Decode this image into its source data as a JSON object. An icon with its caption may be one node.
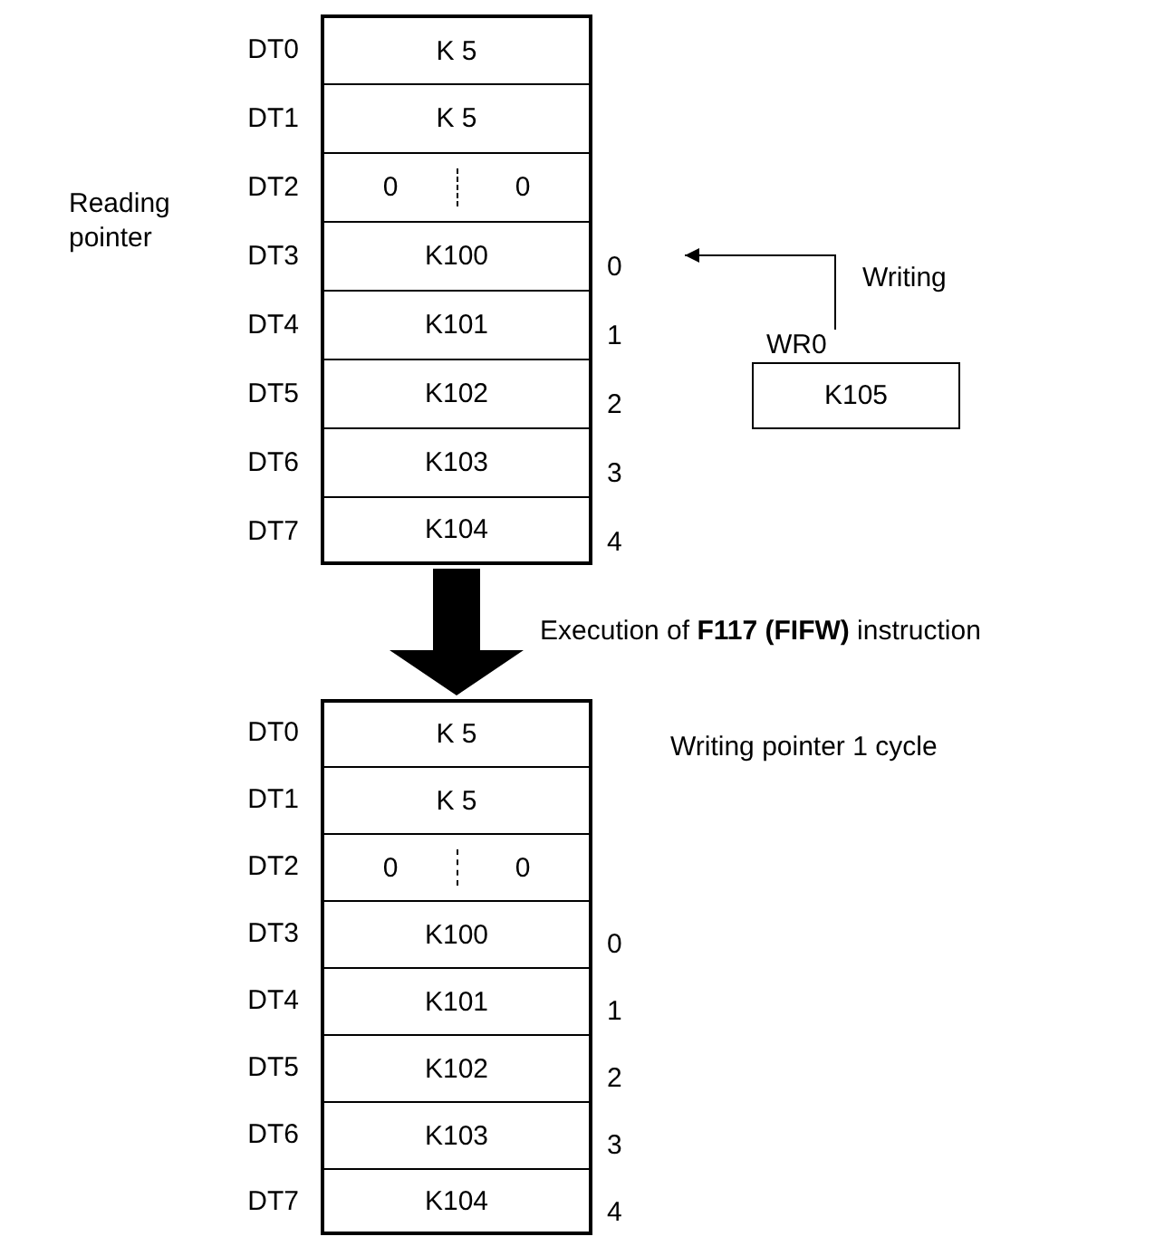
{
  "diagram": {
    "nodes": [
      {
        "text": [
          "K 5"
        ],
        "beside": [
          "DT0"
        ]
      },
      {
        "text": [
          "K 5"
        ],
        "beside": [
          "DT1"
        ]
      },
      {
        "text": [
          "0",
          "0"
        ],
        "beside": [
          "DT2"
        ]
      },
      {
        "text": [
          "K100"
        ],
        "beside": [
          "DT3",
          "0"
        ]
      },
      {
        "text": [
          "K101"
        ],
        "beside": [
          "DT4",
          "1"
        ]
      },
      {
        "text": [
          "K102"
        ],
        "beside": [
          "DT5",
          "2"
        ]
      },
      {
        "text": [
          "K103"
        ],
        "beside": [
          "DT6",
          "3"
        ]
      },
      {
        "text": [
          "K104"
        ],
        "beside": [
          "DT7",
          "4"
        ]
      },
      {
        "text": [
          "WR0",
          "K105"
        ]
      },
      {
        "text": [
          "K 5"
        ],
        "beside": [
          "DT0"
        ]
      },
      {
        "text": [
          "K 5"
        ],
        "beside": [
          "DT1"
        ]
      },
      {
        "text": [
          "0",
          "0"
        ],
        "beside": [
          "DT2"
        ]
      },
      {
        "text": [
          "K100"
        ],
        "beside": [
          "DT3",
          "0"
        ]
      },
      {
        "text": [
          "K101"
        ],
        "beside": [
          "DT4",
          "1"
        ]
      },
      {
        "text": [
          "K102"
        ],
        "beside": [
          "DT5",
          "2"
        ]
      },
      {
        "text": [
          "K103"
        ],
        "beside": [
          "DT6",
          "3"
        ]
      },
      {
        "text": [
          "K104"
        ],
        "beside": [
          "DT7",
          "4"
        ]
      }
    ],
    "edges": [
      {
        "from": 8,
        "to": 3,
        "arrow": "to",
        "label": "Writing"
      },
      {
        "from": 7,
        "to": 9,
        "arrow": "to",
        "style": "thick",
        "label": "Execution of **F117 (FIFW)** instruction"
      }
    ],
    "labels": [
      "Reading pointer",
      "Writing pointer 1 cycle"
    ]
  }
}
